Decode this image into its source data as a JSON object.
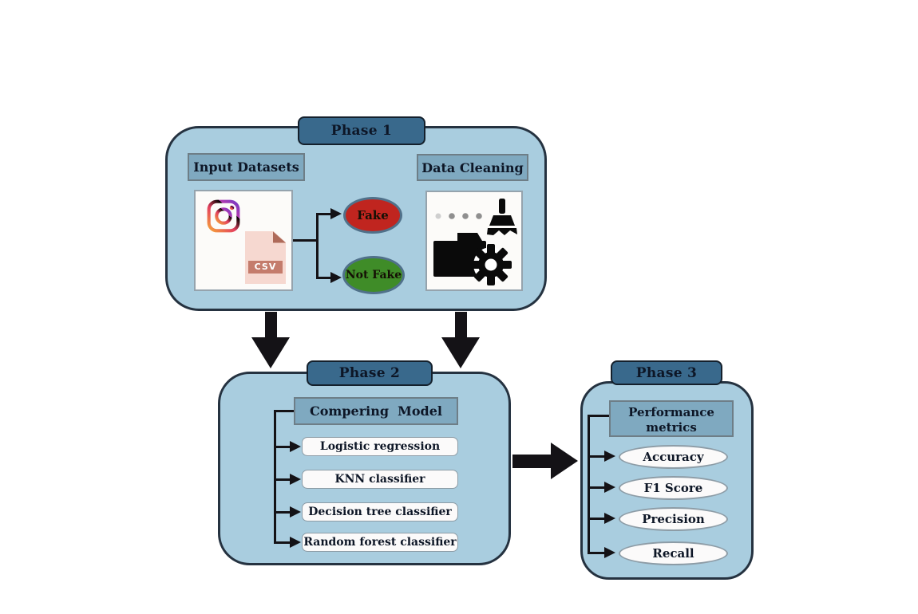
{
  "diagram": {
    "phase1": {
      "title": "Phase 1",
      "input_label": "Input Datasets",
      "cleaning_label": "Data Cleaning",
      "csv_badge": "CSV",
      "fake_label": "Fake",
      "not_fake_label": "Not Fake"
    },
    "phase2": {
      "title": "Phase 2",
      "header": "Compering  Model",
      "models": [
        "Logistic regression",
        "KNN classifier",
        "Decision tree classifier",
        "Random forest classifier"
      ]
    },
    "phase3": {
      "title": "Phase 3",
      "header": "Performance metrics",
      "metrics": [
        "Accuracy",
        "F1 Score",
        "Precision",
        "Recall"
      ]
    },
    "icons": {
      "instagram": "instagram-gradient-camera-logo",
      "csv_file": "csv-file-page-icon",
      "data_cleaning": "folder-gear-broom-icon"
    },
    "colors": {
      "container_fill": "#a9cddf",
      "container_border": "#253240",
      "phase_header_fill": "#39698c",
      "label_box_fill": "#7fa9c0",
      "fake_fill": "#c0251f",
      "not_fake_fill": "#3f8c28",
      "oval_border": "#50718a",
      "white_box_fill": "#fcfbf9",
      "arrow_black": "#141216",
      "csv_body": "#f6d8d0",
      "csv_accent": "#c47c6c"
    }
  }
}
